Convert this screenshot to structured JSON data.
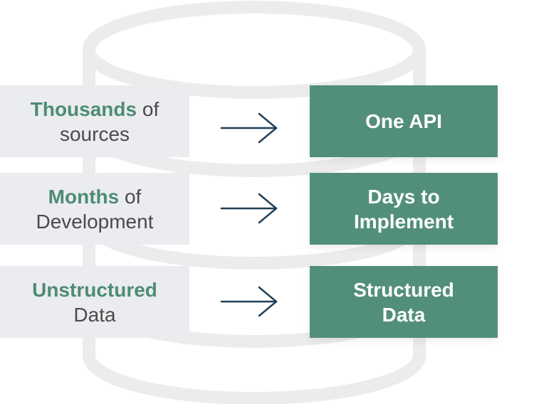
{
  "rows": [
    {
      "left_highlight": "Thousands",
      "left_rest": " of",
      "left_line2": "sources",
      "right_line1": "One API",
      "right_line2": ""
    },
    {
      "left_highlight": "Months",
      "left_rest": " of",
      "left_line2": "Development",
      "right_line1": "Days to",
      "right_line2": "Implement"
    },
    {
      "left_highlight": "Unstructured",
      "left_rest": "",
      "left_line2": "Data",
      "right_line1": "Structured",
      "right_line2": "Data"
    }
  ],
  "colors": {
    "accent_green": "#528f79",
    "highlight_text": "#4d8c74",
    "left_box_bg": "#ebecef",
    "arrow": "#1f3f57",
    "database_outline": "#ececec"
  },
  "icons": {
    "arrow": "right-arrow-icon",
    "background": "database-cylinder-icon"
  }
}
